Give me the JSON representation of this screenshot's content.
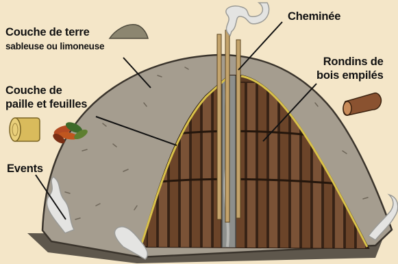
{
  "labels": {
    "couche_terre_line1": "Couche de terre",
    "couche_terre_line2": "sableuse ou limoneuse",
    "couche_paille_line1": "Couche de",
    "couche_paille_line2": "paille et feuilles",
    "cheminee": "Cheminée",
    "rondins_line1": "Rondins de",
    "rondins_line2": "bois empilés",
    "events": "Events"
  },
  "colors": {
    "background": "#f4e6c8",
    "earth": "#a59d8f",
    "earth_dark": "#6e6659",
    "wood": "#5a3a24",
    "wood_light": "#7a5236",
    "straw": "#d9c24a",
    "smoke": "#e4e4e2",
    "pole": "#c4a46c",
    "chimney": "#8d8f8c"
  }
}
